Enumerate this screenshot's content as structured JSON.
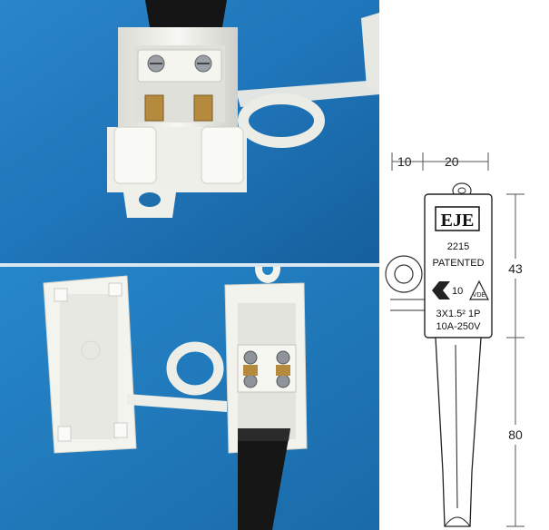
{
  "photos": {
    "top": {
      "subject": "assembled junction box on cable"
    },
    "bottom": {
      "subject": "open junction box with lid and terminal block"
    }
  },
  "drawing": {
    "dimensions": {
      "width_left": "10",
      "width_right": "20",
      "height_box": "43",
      "height_tail": "80"
    },
    "label": {
      "brand": "EJE",
      "model": "2215",
      "patented": "PATENTED",
      "rating_line1": "3X1.5² 1P",
      "rating_line2": "10A-250V",
      "cert_number": "10"
    }
  },
  "colors": {
    "background_blue": "#1e74b8",
    "plastic_white": "#f3f3ef",
    "cable_black": "#1a1a1a",
    "brass": "#b58a3c"
  }
}
